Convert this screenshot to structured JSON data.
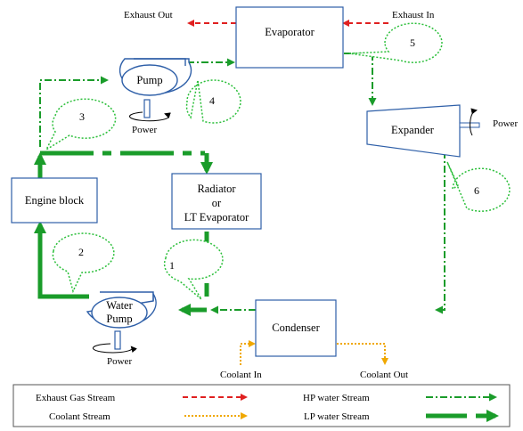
{
  "blocks": {
    "evaporator": "Evaporator",
    "expander": "Expander",
    "pump": "Pump",
    "engine_block": "Engine block",
    "radiator_line1": "Radiator",
    "radiator_line2": "or",
    "radiator_line3": "LT Evaporator",
    "condenser": "Condenser",
    "water_pump_line1": "Water",
    "water_pump_line2": "Pump"
  },
  "labels": {
    "exhaust_out": "Exhaust Out",
    "exhaust_in": "Exhaust In",
    "power_pump": "Power",
    "power_expander": "Power",
    "power_water_pump": "Power",
    "coolant_in": "Coolant In",
    "coolant_out": "Coolant Out"
  },
  "callouts": {
    "c1": "1",
    "c2": "2",
    "c3": "3",
    "c4": "4",
    "c5": "5",
    "c6": "6"
  },
  "legend": {
    "exhaust_gas": "Exhaust Gas Stream",
    "hp_water": "HP water Stream",
    "coolant": "Coolant Stream",
    "lp_water": "LP water Stream"
  },
  "colors": {
    "exhaust": "#e02020",
    "hp_water": "#1a9c2a",
    "lp_water": "#1a9c2a",
    "coolant": "#f0a800",
    "component_outline": "#2e5fa8",
    "callout": "#2bbf3a"
  }
}
